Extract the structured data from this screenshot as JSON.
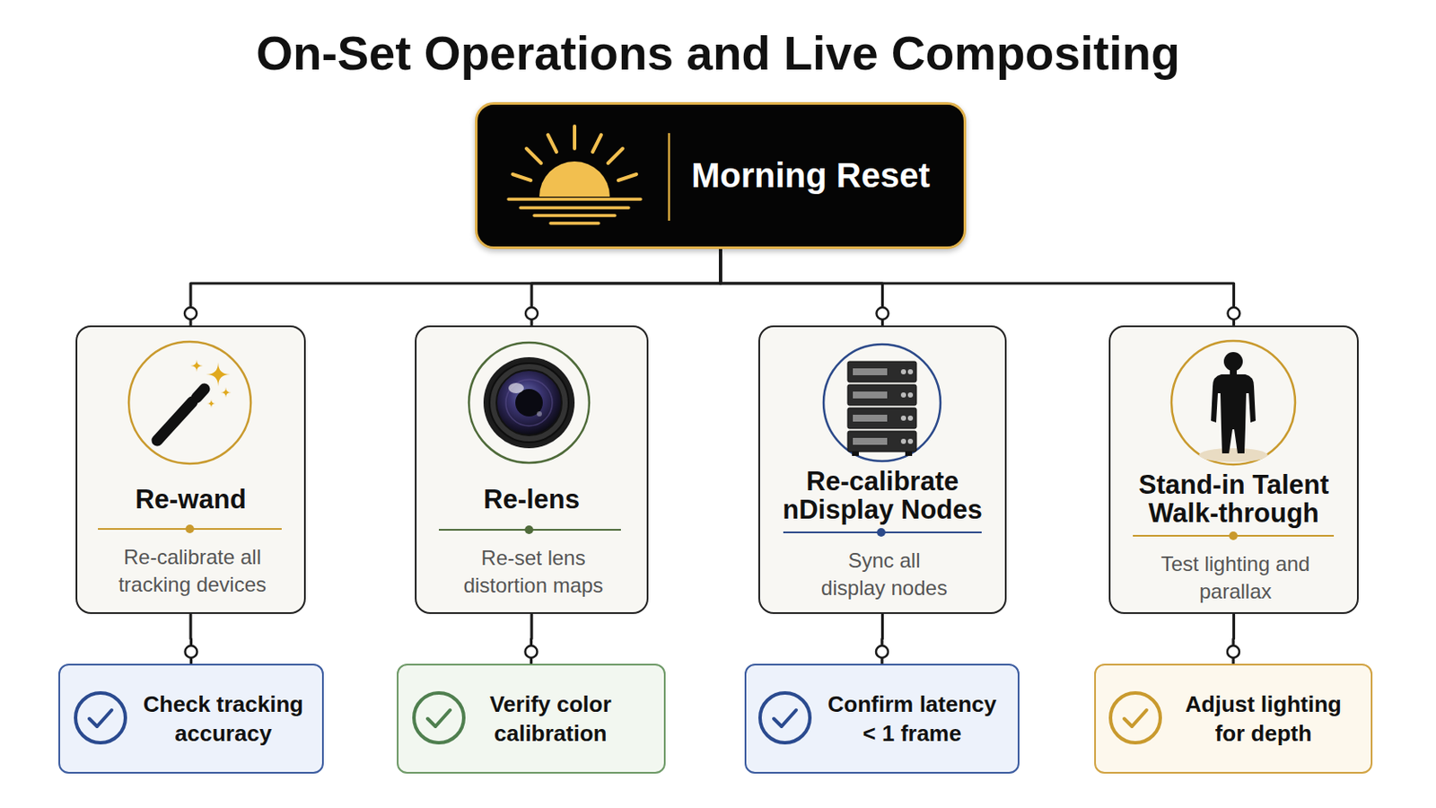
{
  "diagram": {
    "title": "On-Set Operations and Live Compositing",
    "nodes": [
      {
        "text": [
          "Morning Reset"
        ]
      },
      {
        "text": [
          "Re-wand",
          "Re-calibrate all tracking devices"
        ]
      },
      {
        "text": [
          "Re-lens",
          "Re-set lens distortion maps"
        ]
      },
      {
        "text": [
          "Re-calibrate nDisplay Nodes",
          "Sync all display nodes"
        ]
      },
      {
        "text": [
          "Stand-in Talent Walk-through",
          "Test lighting and parallax"
        ]
      },
      {
        "text": [
          "Check tracking accuracy"
        ]
      },
      {
        "text": [
          "Verify color calibration"
        ]
      },
      {
        "text": [
          "Confirm latency < 1 frame"
        ]
      },
      {
        "text": [
          "Adjust lighting for depth"
        ]
      }
    ],
    "edges": [
      {
        "from": 0,
        "to": 1,
        "arrow": "none"
      },
      {
        "from": 0,
        "to": 2,
        "arrow": "none"
      },
      {
        "from": 0,
        "to": 3,
        "arrow": "none"
      },
      {
        "from": 0,
        "to": 4,
        "arrow": "none"
      },
      {
        "from": 1,
        "to": 5,
        "arrow": "none"
      },
      {
        "from": 2,
        "to": 6,
        "arrow": "none"
      },
      {
        "from": 3,
        "to": 7,
        "arrow": "none"
      },
      {
        "from": 4,
        "to": 8,
        "arrow": "none"
      }
    ]
  }
}
